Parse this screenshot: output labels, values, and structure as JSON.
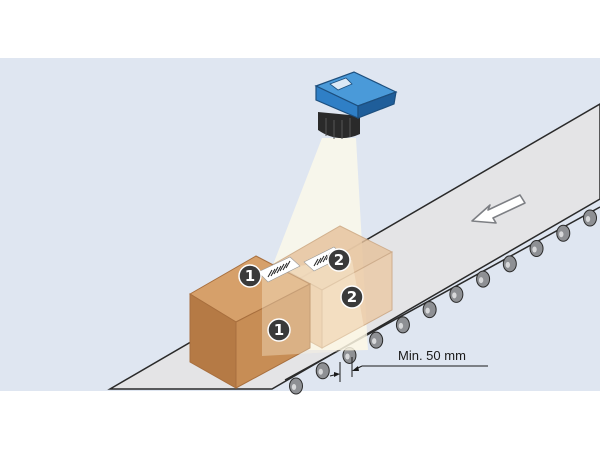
{
  "colors": {
    "panel_background": "#dfe6f1",
    "page_background": "#ffffff",
    "conveyor_belt": "#e4e4e6",
    "conveyor_outline": "#2a2a2a",
    "roller": "#8e9094",
    "scanner_housing": "#2f7fc6",
    "scanner_lens": "#2a2a2a",
    "light_cone": "#fffbe8",
    "box_front": "#c78d55",
    "box_side": "#b57a45",
    "box_top": "#d6a06a",
    "marker": "#3a3a3a",
    "arrow": "#ffffff"
  },
  "icons": {
    "scanner": "barcode-scanner-icon",
    "direction": "arrow-left-icon",
    "label": "barcode-label-icon"
  },
  "markers": {
    "box1_top": "1",
    "box1_side": "1",
    "box2_top": "2",
    "box2_side": "2"
  },
  "dimension": {
    "label": "Min. 50 mm"
  }
}
